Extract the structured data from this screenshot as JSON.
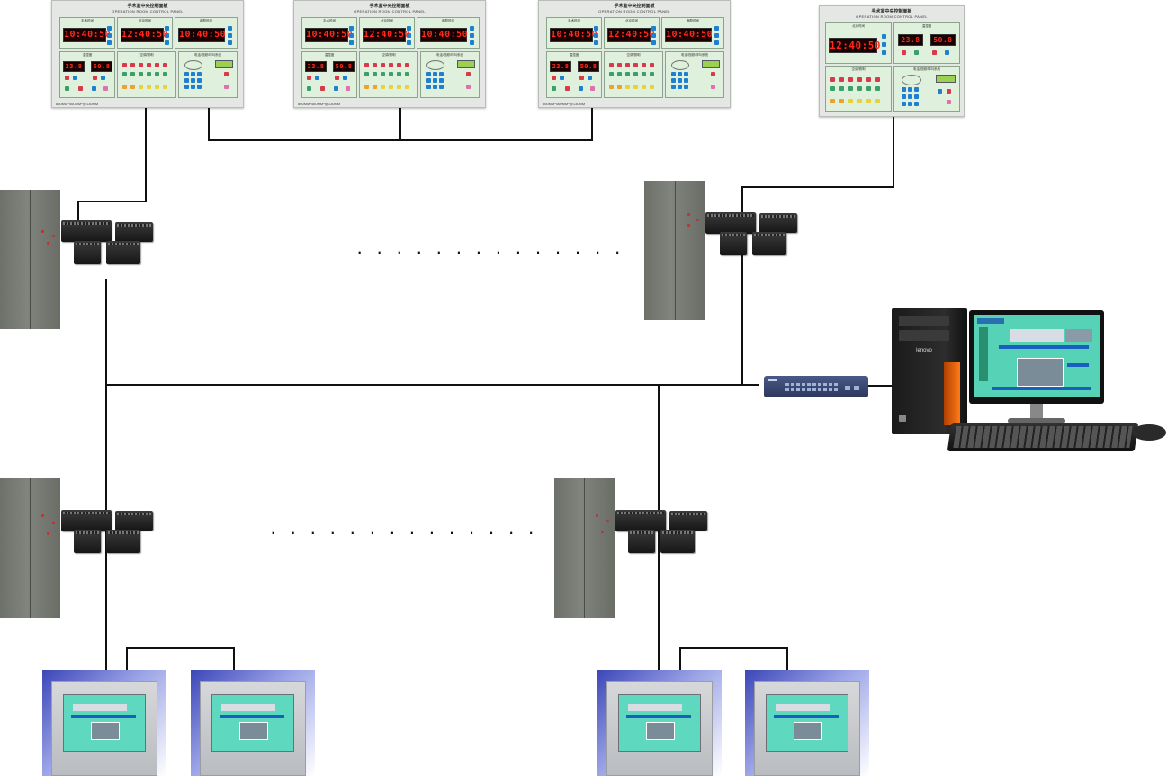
{
  "panels": [
    {
      "id": "panel-1",
      "title": "手术室中央控制面板",
      "subtitle": "OPERATION ROOM CONTROL PANEL",
      "size": "860MM*460MM*@130MM",
      "labels": [
        "手术时间",
        "北京时间",
        "麻醉时间",
        "温湿度",
        "空调/照明",
        "电话/视频/呼叫系统"
      ],
      "clocks": [
        "10:40:50",
        "12:40:50",
        "10:40:50"
      ],
      "mini_clocks": [
        "23.8",
        "50.8"
      ]
    },
    {
      "id": "panel-2",
      "title": "手术室中央控制面板",
      "subtitle": "OPERATION ROOM CONTROL PANEL",
      "size": "860MM*460MM*@130MM",
      "labels": [
        "手术时间",
        "北京时间",
        "麻醉时间",
        "温湿度",
        "空调/照明",
        "电话/视频/呼叫系统"
      ],
      "clocks": [
        "10:40:50",
        "12:40:50",
        "10:40:50"
      ],
      "mini_clocks": [
        "23.8",
        "50.8"
      ]
    },
    {
      "id": "panel-3",
      "title": "手术室中央控制面板",
      "subtitle": "OPERATION ROOM CONTROL PANEL",
      "size": "860MM*460MM*@130MM",
      "labels": [
        "手术时间",
        "北京时间",
        "麻醉时间",
        "温湿度",
        "空调/照明",
        "电话/视频/呼叫系统"
      ],
      "clocks": [
        "10:40:50",
        "12:40:50",
        "10:40:50"
      ],
      "mini_clocks": [
        "23.8",
        "50.8"
      ]
    },
    {
      "id": "panel-4",
      "title": "手术室中央控制面板",
      "subtitle": "OPERATION ROOM CONTROL PANEL",
      "size": "",
      "labels": [
        "北京时间",
        "温湿度",
        "空调/照明",
        "电话/视频/呼叫系统"
      ],
      "clocks": [
        "12:40:50"
      ],
      "mini_clocks": [
        "23.8",
        "50.8"
      ]
    }
  ],
  "ellipses": {
    "top": "· · · · · · · · · · · · · ·",
    "bottom": "· · · · · · · · · · · · · ·"
  },
  "computer": {
    "brand": "lenovo"
  },
  "colors": {
    "line": "#111111",
    "screen": "#56d2b6",
    "switch": "#34406a",
    "touch_bg": "#3c46b8"
  }
}
